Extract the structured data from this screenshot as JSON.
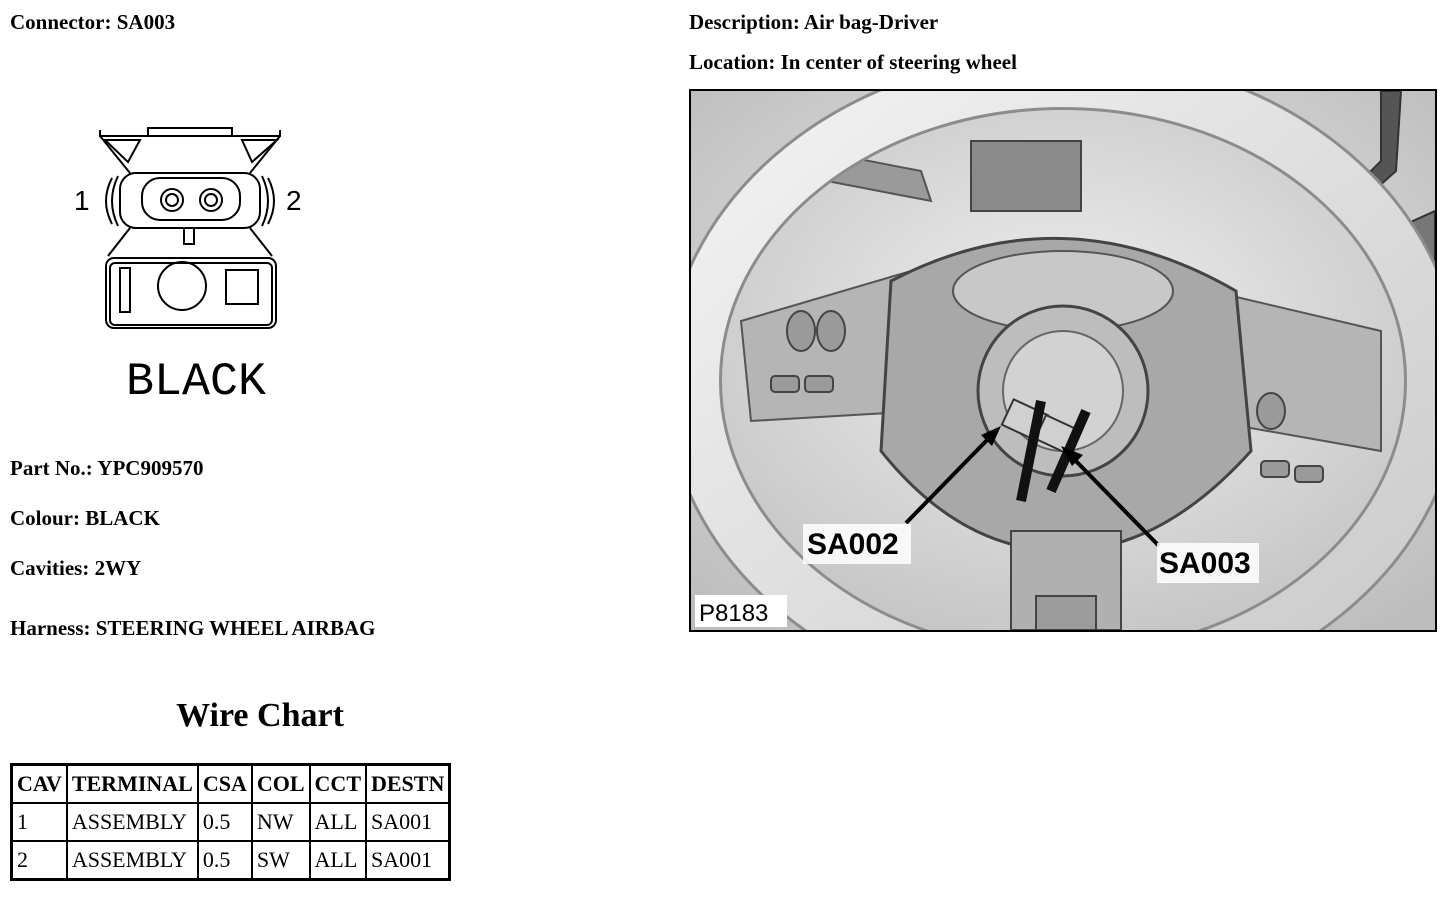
{
  "connector": {
    "label": "Connector:",
    "value": "SA003"
  },
  "description": {
    "label": "Description:",
    "value": "Air bag-Driver"
  },
  "location": {
    "label": "Location:",
    "value": "In center of steering wheel"
  },
  "part_no": {
    "label": "Part No.:",
    "value": "YPC909570"
  },
  "colour": {
    "label": "Colour:",
    "value": "BLACK"
  },
  "cavities": {
    "label": "Cavities:",
    "value": "2WY"
  },
  "harness": {
    "label": "Harness:",
    "value": "STEERING WHEEL AIRBAG"
  },
  "connector_diagram": {
    "pin_left": "1",
    "pin_right": "2",
    "colour_label": "BLACK"
  },
  "wire_chart": {
    "title": "Wire Chart",
    "headers": [
      "CAV",
      "TERMINAL",
      "CSA",
      "COL",
      "CCT",
      "DESTN"
    ],
    "rows": [
      [
        "1",
        "ASSEMBLY",
        "0.5",
        "NW",
        "ALL",
        "SA001"
      ],
      [
        "2",
        "ASSEMBLY",
        "0.5",
        "SW",
        "ALL",
        "SA001"
      ]
    ]
  },
  "photo": {
    "callout_left": "SA002",
    "callout_right": "SA003",
    "figure_number": "P8183"
  }
}
